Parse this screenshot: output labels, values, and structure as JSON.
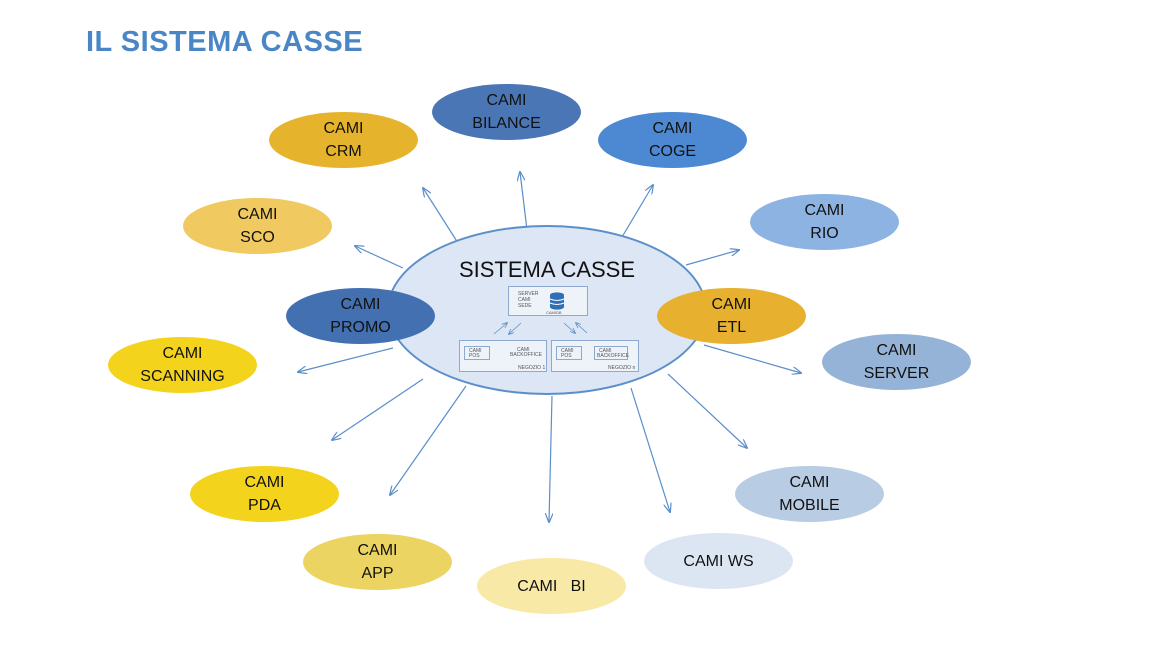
{
  "title": "IL SISTEMA  CASSE",
  "center": {
    "title": "SISTEMA CASSE",
    "server_box": {
      "lines": [
        "SERVER",
        "CAMI",
        "SEDE"
      ],
      "db_label": "CAMIDB"
    },
    "store_boxes": [
      {
        "pos_label": [
          "CAMI",
          "POS"
        ],
        "backoffice_label": [
          "CAMI",
          "BACKOFFICE"
        ],
        "store_label": "NEGOZIO 1"
      },
      {
        "pos_label": [
          "CAMI",
          "POS"
        ],
        "backoffice_label": [
          "CAMI",
          "BACKOFFICE"
        ],
        "store_label": "NEGOZIO n"
      }
    ]
  },
  "nodes": [
    {
      "id": "bilance",
      "line1": "CAMI",
      "line2": "BILANCE",
      "color": "#4a76b6",
      "text_color": "#111111"
    },
    {
      "id": "crm",
      "line1": "CAMI",
      "line2": "CRM",
      "color": "#e6b42c",
      "text_color": "#111111"
    },
    {
      "id": "coge",
      "line1": "CAMI",
      "line2": "COGE",
      "color": "#4d89d2",
      "text_color": "#111111"
    },
    {
      "id": "sco",
      "line1": "CAMI",
      "line2": "SCO",
      "color": "#f0ca60",
      "text_color": "#111111"
    },
    {
      "id": "rio",
      "line1": "CAMI",
      "line2": "RIO",
      "color": "#8db3e2",
      "text_color": "#111111"
    },
    {
      "id": "promo",
      "line1": "CAMI",
      "line2": "PROMO",
      "color": "#4270b0",
      "text_color": "#111111"
    },
    {
      "id": "etl",
      "line1": "CAMI",
      "line2": "ETL",
      "color": "#e7b12f",
      "text_color": "#111111"
    },
    {
      "id": "scanning",
      "line1": "CAMI",
      "line2": "SCANNING",
      "color": "#f4d31d",
      "text_color": "#111111"
    },
    {
      "id": "server",
      "line1": "CAMI",
      "line2": "SERVER",
      "color": "#95b3d7",
      "text_color": "#111111"
    },
    {
      "id": "pda",
      "line1": "CAMI",
      "line2": "PDA",
      "color": "#f4d31d",
      "text_color": "#111111"
    },
    {
      "id": "mobile",
      "line1": "CAMI",
      "line2": "MOBILE",
      "color": "#b8cce4",
      "text_color": "#111111"
    },
    {
      "id": "app",
      "line1": "CAMI",
      "line2": "APP",
      "color": "#ecd463",
      "text_color": "#111111"
    },
    {
      "id": "ws",
      "line1": "CAMI WS",
      "line2": "",
      "color": "#dce6f2",
      "text_color": "#111111"
    },
    {
      "id": "bi",
      "line1": "CAMI   BI",
      "line2": "",
      "color": "#f9e9a6",
      "text_color": "#111111"
    }
  ],
  "colors": {
    "title": "#4a86c5",
    "arrow": "#5b8fc9",
    "center_fill": "#dce6f5",
    "center_border": "#5b8fc9"
  }
}
